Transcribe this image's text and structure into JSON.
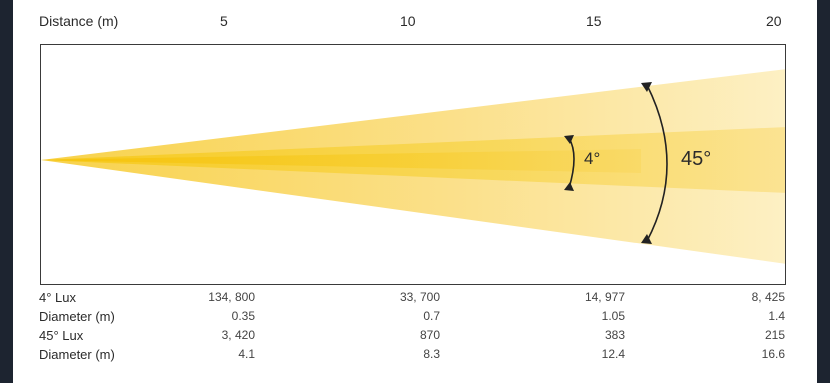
{
  "header": {
    "distance_label": "Distance (m)",
    "distances": [
      "5",
      "10",
      "15",
      "20"
    ]
  },
  "beam": {
    "narrow_angle_label": "4°",
    "wide_angle_label": "45°",
    "colors": {
      "core": "#f6c814",
      "mid": "#f8d651",
      "outer": "#fbe79c",
      "frame": "#3a3a3a"
    }
  },
  "table": {
    "rows": [
      {
        "label": "4° Lux",
        "values": [
          "134, 800",
          "33, 700",
          "14, 977",
          "8, 425"
        ]
      },
      {
        "label": "Diameter (m)",
        "values": [
          "0.35",
          "0.7",
          "1.05",
          "1.4"
        ]
      },
      {
        "label": "45° Lux",
        "values": [
          "3, 420",
          "870",
          "383",
          "215"
        ]
      },
      {
        "label": "Diameter (m)",
        "values": [
          "4.1",
          "8.3",
          "12.4",
          "16.6"
        ]
      }
    ]
  }
}
